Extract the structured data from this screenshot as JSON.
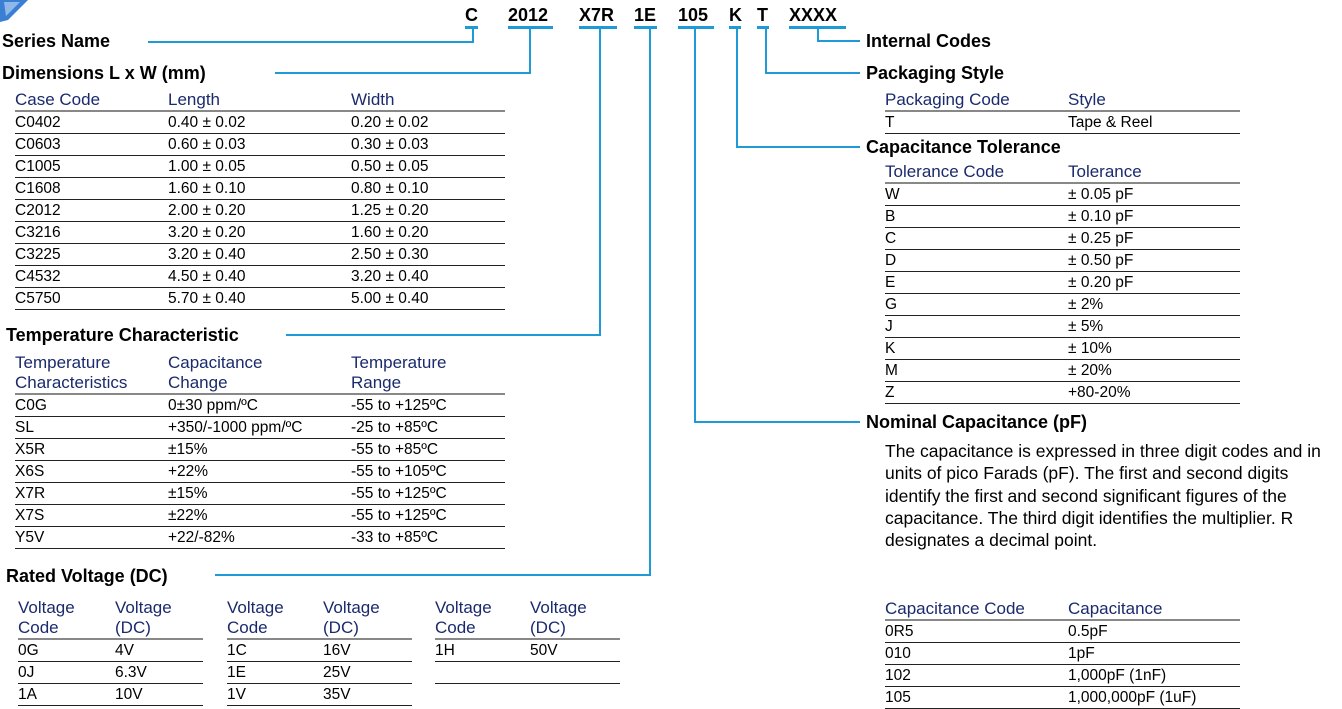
{
  "part_number": [
    "C",
    "2012",
    "X7R",
    "1E",
    "105",
    "K",
    "T",
    "XXXX"
  ],
  "sections": {
    "series_name": "Series Name",
    "dimensions": "Dimensions L x W (mm)",
    "temperature": "Temperature Characteristic",
    "voltage": "Rated Voltage (DC)",
    "internal": "Internal Codes",
    "packaging": "Packaging Style",
    "tolerance": "Capacitance Tolerance",
    "nominal": "Nominal Capacitance (pF)"
  },
  "dimensions_table": {
    "headers": [
      "Case Code",
      "Length",
      "Width"
    ],
    "rows": [
      [
        "C0402",
        "0.40 ± 0.02",
        "0.20 ± 0.02"
      ],
      [
        "C0603",
        "0.60 ± 0.03",
        "0.30 ± 0.03"
      ],
      [
        "C1005",
        "1.00 ± 0.05",
        "0.50 ± 0.05"
      ],
      [
        "C1608",
        "1.60 ± 0.10",
        "0.80 ± 0.10"
      ],
      [
        "C2012",
        "2.00 ± 0.20",
        "1.25 ± 0.20"
      ],
      [
        "C3216",
        "3.20 ± 0.20",
        "1.60 ± 0.20"
      ],
      [
        "C3225",
        "3.20 ± 0.40",
        "2.50 ± 0.30"
      ],
      [
        "C4532",
        "4.50 ± 0.40",
        "3.20 ± 0.40"
      ],
      [
        "C5750",
        "5.70 ± 0.40",
        "5.00 ± 0.40"
      ]
    ]
  },
  "temperature_table": {
    "headers": [
      [
        "Temperature",
        "Characteristics"
      ],
      [
        "Capacitance",
        "Change"
      ],
      [
        "Temperature",
        "Range"
      ]
    ],
    "rows": [
      [
        "C0G",
        "0±30 ppm/ºC",
        "-55 to +125ºC"
      ],
      [
        "SL",
        "+350/-1000 ppm/ºC",
        "-25 to +85ºC"
      ],
      [
        "X5R",
        "±15%",
        "-55 to +85ºC"
      ],
      [
        "X6S",
        "+22%",
        "-55 to +105ºC"
      ],
      [
        "X7R",
        "±15%",
        "-55 to +125ºC"
      ],
      [
        "X7S",
        "±22%",
        "-55 to +125ºC"
      ],
      [
        "Y5V",
        "+22/-82%",
        "-33 to +85ºC"
      ]
    ]
  },
  "voltage_tables": [
    {
      "headers": [
        [
          "Voltage",
          "Code"
        ],
        [
          "Voltage",
          "(DC)"
        ]
      ],
      "rows": [
        [
          "0G",
          "4V"
        ],
        [
          "0J",
          "6.3V"
        ],
        [
          "1A",
          "10V"
        ]
      ]
    },
    {
      "headers": [
        [
          "Voltage",
          "Code"
        ],
        [
          "Voltage",
          "(DC)"
        ]
      ],
      "rows": [
        [
          "1C",
          "16V"
        ],
        [
          "1E",
          "25V"
        ],
        [
          "1V",
          "35V"
        ]
      ]
    },
    {
      "headers": [
        [
          "Voltage",
          "Code"
        ],
        [
          "Voltage",
          "(DC)"
        ]
      ],
      "rows": [
        [
          "1H",
          "50V"
        ],
        [
          "",
          ""
        ]
      ]
    }
  ],
  "packaging_table": {
    "headers": [
      "Packaging Code",
      "Style"
    ],
    "rows": [
      [
        "T",
        "Tape & Reel"
      ]
    ]
  },
  "tolerance_table": {
    "headers": [
      "Tolerance Code",
      "Tolerance"
    ],
    "rows": [
      [
        "W",
        "± 0.05 pF"
      ],
      [
        "B",
        "± 0.10 pF"
      ],
      [
        "C",
        "± 0.25 pF"
      ],
      [
        "D",
        "± 0.50 pF"
      ],
      [
        "E",
        "± 0.20 pF"
      ],
      [
        "G",
        "± 2%"
      ],
      [
        "J",
        "± 5%"
      ],
      [
        "K",
        "± 10%"
      ],
      [
        "M",
        "± 20%"
      ],
      [
        "Z",
        "+80-20%"
      ]
    ]
  },
  "nominal_text": "The capacitance is expressed in three digit codes and in units of pico Farads (pF).  The first and second digits identify the first and second significant figures of the capacitance.  The third digit identifies the multiplier.  R designates a decimal point.",
  "capacitance_table": {
    "headers": [
      "Capacitance Code",
      "Capacitance"
    ],
    "rows": [
      [
        "0R5",
        "0.5pF"
      ],
      [
        "010",
        "1pF"
      ],
      [
        "102",
        "1,000pF (1nF)"
      ],
      [
        "105",
        "1,000,000pF (1uF)"
      ]
    ]
  },
  "colors": {
    "accent": "#1e9ad6",
    "header_text": "#1a2a6c"
  }
}
